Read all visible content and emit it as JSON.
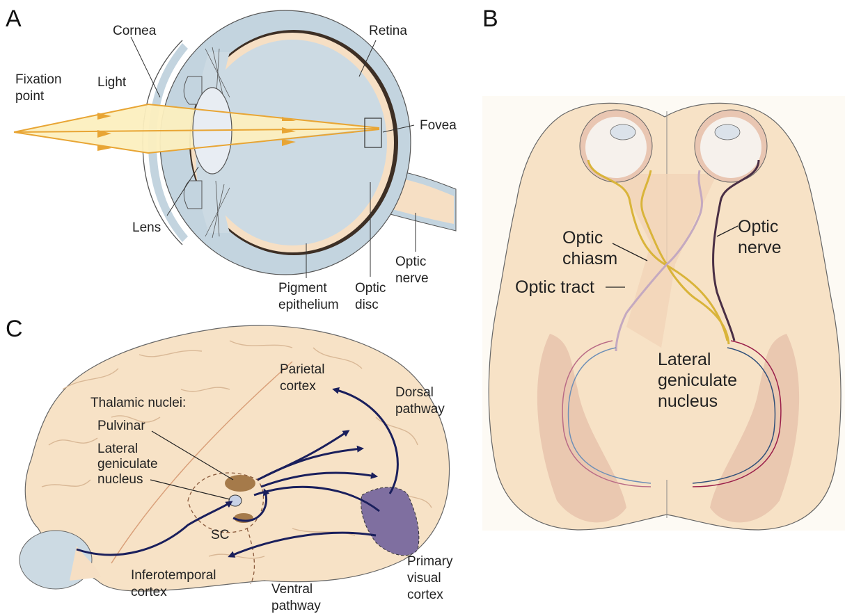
{
  "panels": {
    "a": "A",
    "b": "B",
    "c": "C"
  },
  "panel_a": {
    "fixation_point": [
      "Fixation",
      "point"
    ],
    "light": "Light",
    "cornea": "Cornea",
    "retina": "Retina",
    "fovea": "Fovea",
    "lens": "Lens",
    "pigment_epithelium": [
      "Pigment",
      "epithelium"
    ],
    "optic_disc": [
      "Optic",
      "disc"
    ],
    "optic_nerve": [
      "Optic",
      "nerve"
    ]
  },
  "panel_b": {
    "optic_chiasm": [
      "Optic",
      "chiasm"
    ],
    "optic_nerve": [
      "Optic",
      "nerve"
    ],
    "optic_tract": "Optic tract",
    "lateral_geniculate_nucleus": [
      "Lateral",
      "geniculate",
      "nucleus"
    ]
  },
  "panel_c": {
    "thalamic_nuclei": "Thalamic nuclei:",
    "pulvinar": "Pulvinar",
    "lateral_geniculate_nucleus": [
      "Lateral",
      "geniculate",
      "nucleus"
    ],
    "sc": "SC",
    "parietal_cortex": [
      "Parietal",
      "cortex"
    ],
    "dorsal_pathway": [
      "Dorsal",
      "pathway"
    ],
    "inferotemporal_cortex": [
      "Inferotemporal",
      "cortex"
    ],
    "ventral_pathway": [
      "Ventral",
      "pathway"
    ],
    "primary_visual_cortex": [
      "Primary",
      "visual",
      "cortex"
    ]
  },
  "colors": {
    "eye_outer": "#c3d4df",
    "eye_inner": "#ccdae3",
    "light_beam": "#fcefbf",
    "light_ray": "#e8a534",
    "retina": "#3d2f25",
    "tissue": "#f6dfc4",
    "brain": "#f7e2c6",
    "pathway_arrow": "#1a1f5c",
    "thalamic_nucleus": "#a57a4a",
    "visual_cortex": "#7f6fa0",
    "nasal_fibers": "#c4a9c0",
    "temporal_fibers_left": "#d9b43a",
    "temporal_fibers_right": "#4a2f45"
  }
}
